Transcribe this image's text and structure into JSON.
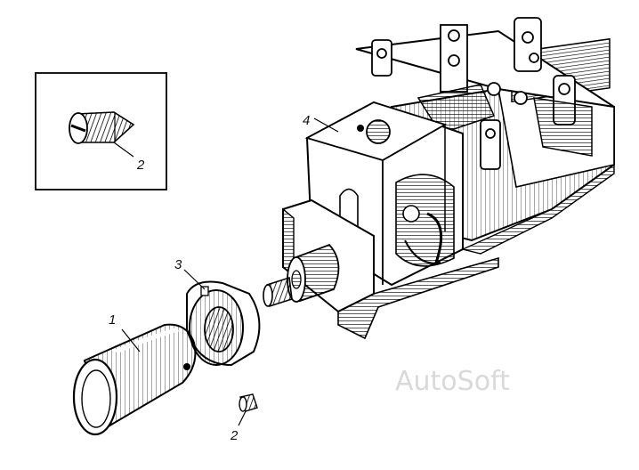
{
  "diagram": {
    "parts": [
      {
        "id": "knob",
        "label": "1"
      },
      {
        "id": "set-screw",
        "label": "2"
      },
      {
        "id": "nut",
        "label": "3"
      },
      {
        "id": "switch-body",
        "label": "4"
      }
    ],
    "inset": {
      "label": "2"
    },
    "watermark": "AutoSoft"
  }
}
